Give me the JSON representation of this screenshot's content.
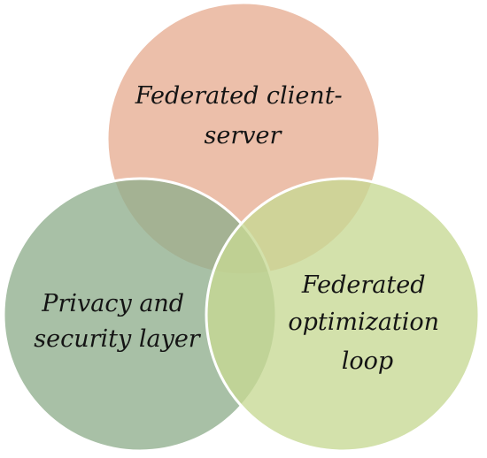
{
  "diagram": {
    "type": "venn",
    "circles": [
      {
        "id": "top",
        "label_lines": [
          "Federated client-",
          "server"
        ],
        "color": "#e7ad92"
      },
      {
        "id": "left",
        "label_lines": [
          "Privacy and",
          "security layer"
        ],
        "color": "#8fae8d"
      },
      {
        "id": "right",
        "label_lines": [
          "Federated",
          "optimization",
          "loop"
        ],
        "color": "#c6d893"
      }
    ],
    "outline_color": "#ffffff"
  }
}
